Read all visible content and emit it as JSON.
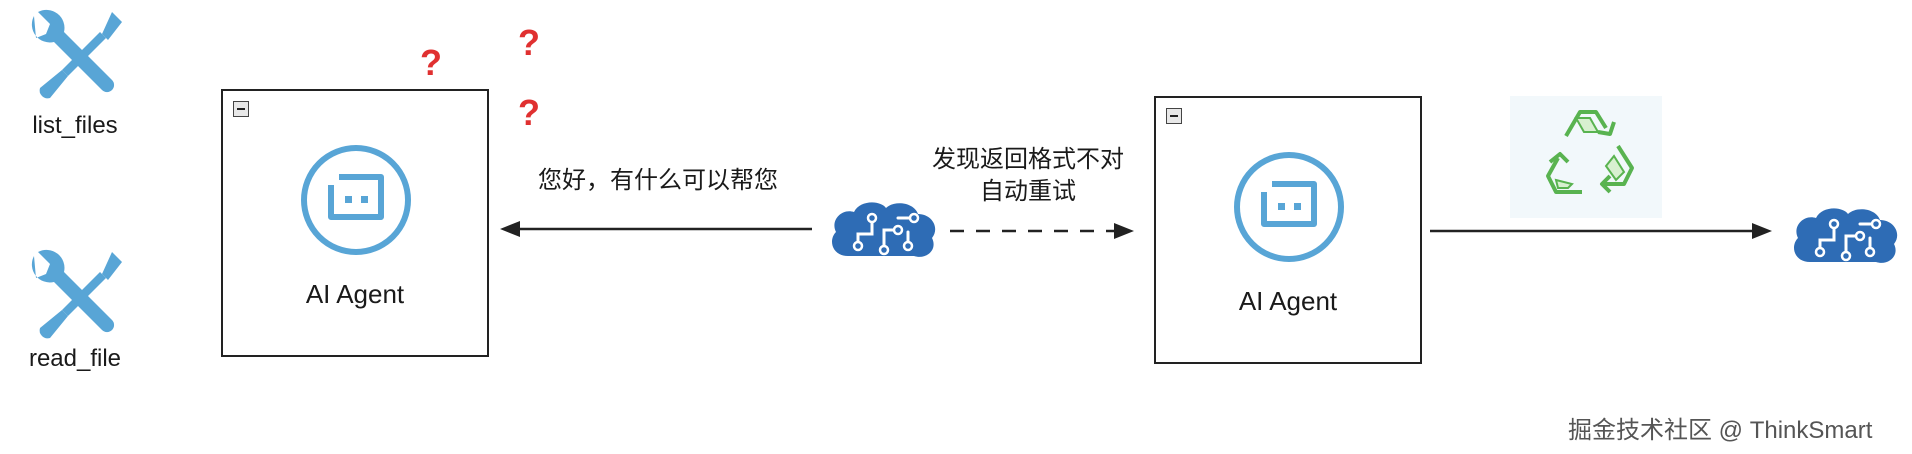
{
  "tools": [
    {
      "label": "list_files",
      "icon": "wrench-screwdriver-icon"
    },
    {
      "label": "read_file",
      "icon": "wrench-screwdriver-icon"
    }
  ],
  "agents": [
    {
      "label": "AI Agent",
      "icon": "ai-agent-bot-icon"
    },
    {
      "label": "AI Agent",
      "icon": "ai-agent-bot-icon"
    }
  ],
  "question_marks": [
    "?",
    "?",
    "?"
  ],
  "messages": {
    "greeting": "您好，有什么可以帮您",
    "retry_line1": "发现返回格式不对",
    "retry_line2": "自动重试"
  },
  "watermark": "掘金技术社区 @ ThinkSmart",
  "colors": {
    "icon_blue": "#58A5D6",
    "brain_blue": "#2E6CB5",
    "question_red": "#E03030",
    "recycle_green": "#59B350"
  }
}
